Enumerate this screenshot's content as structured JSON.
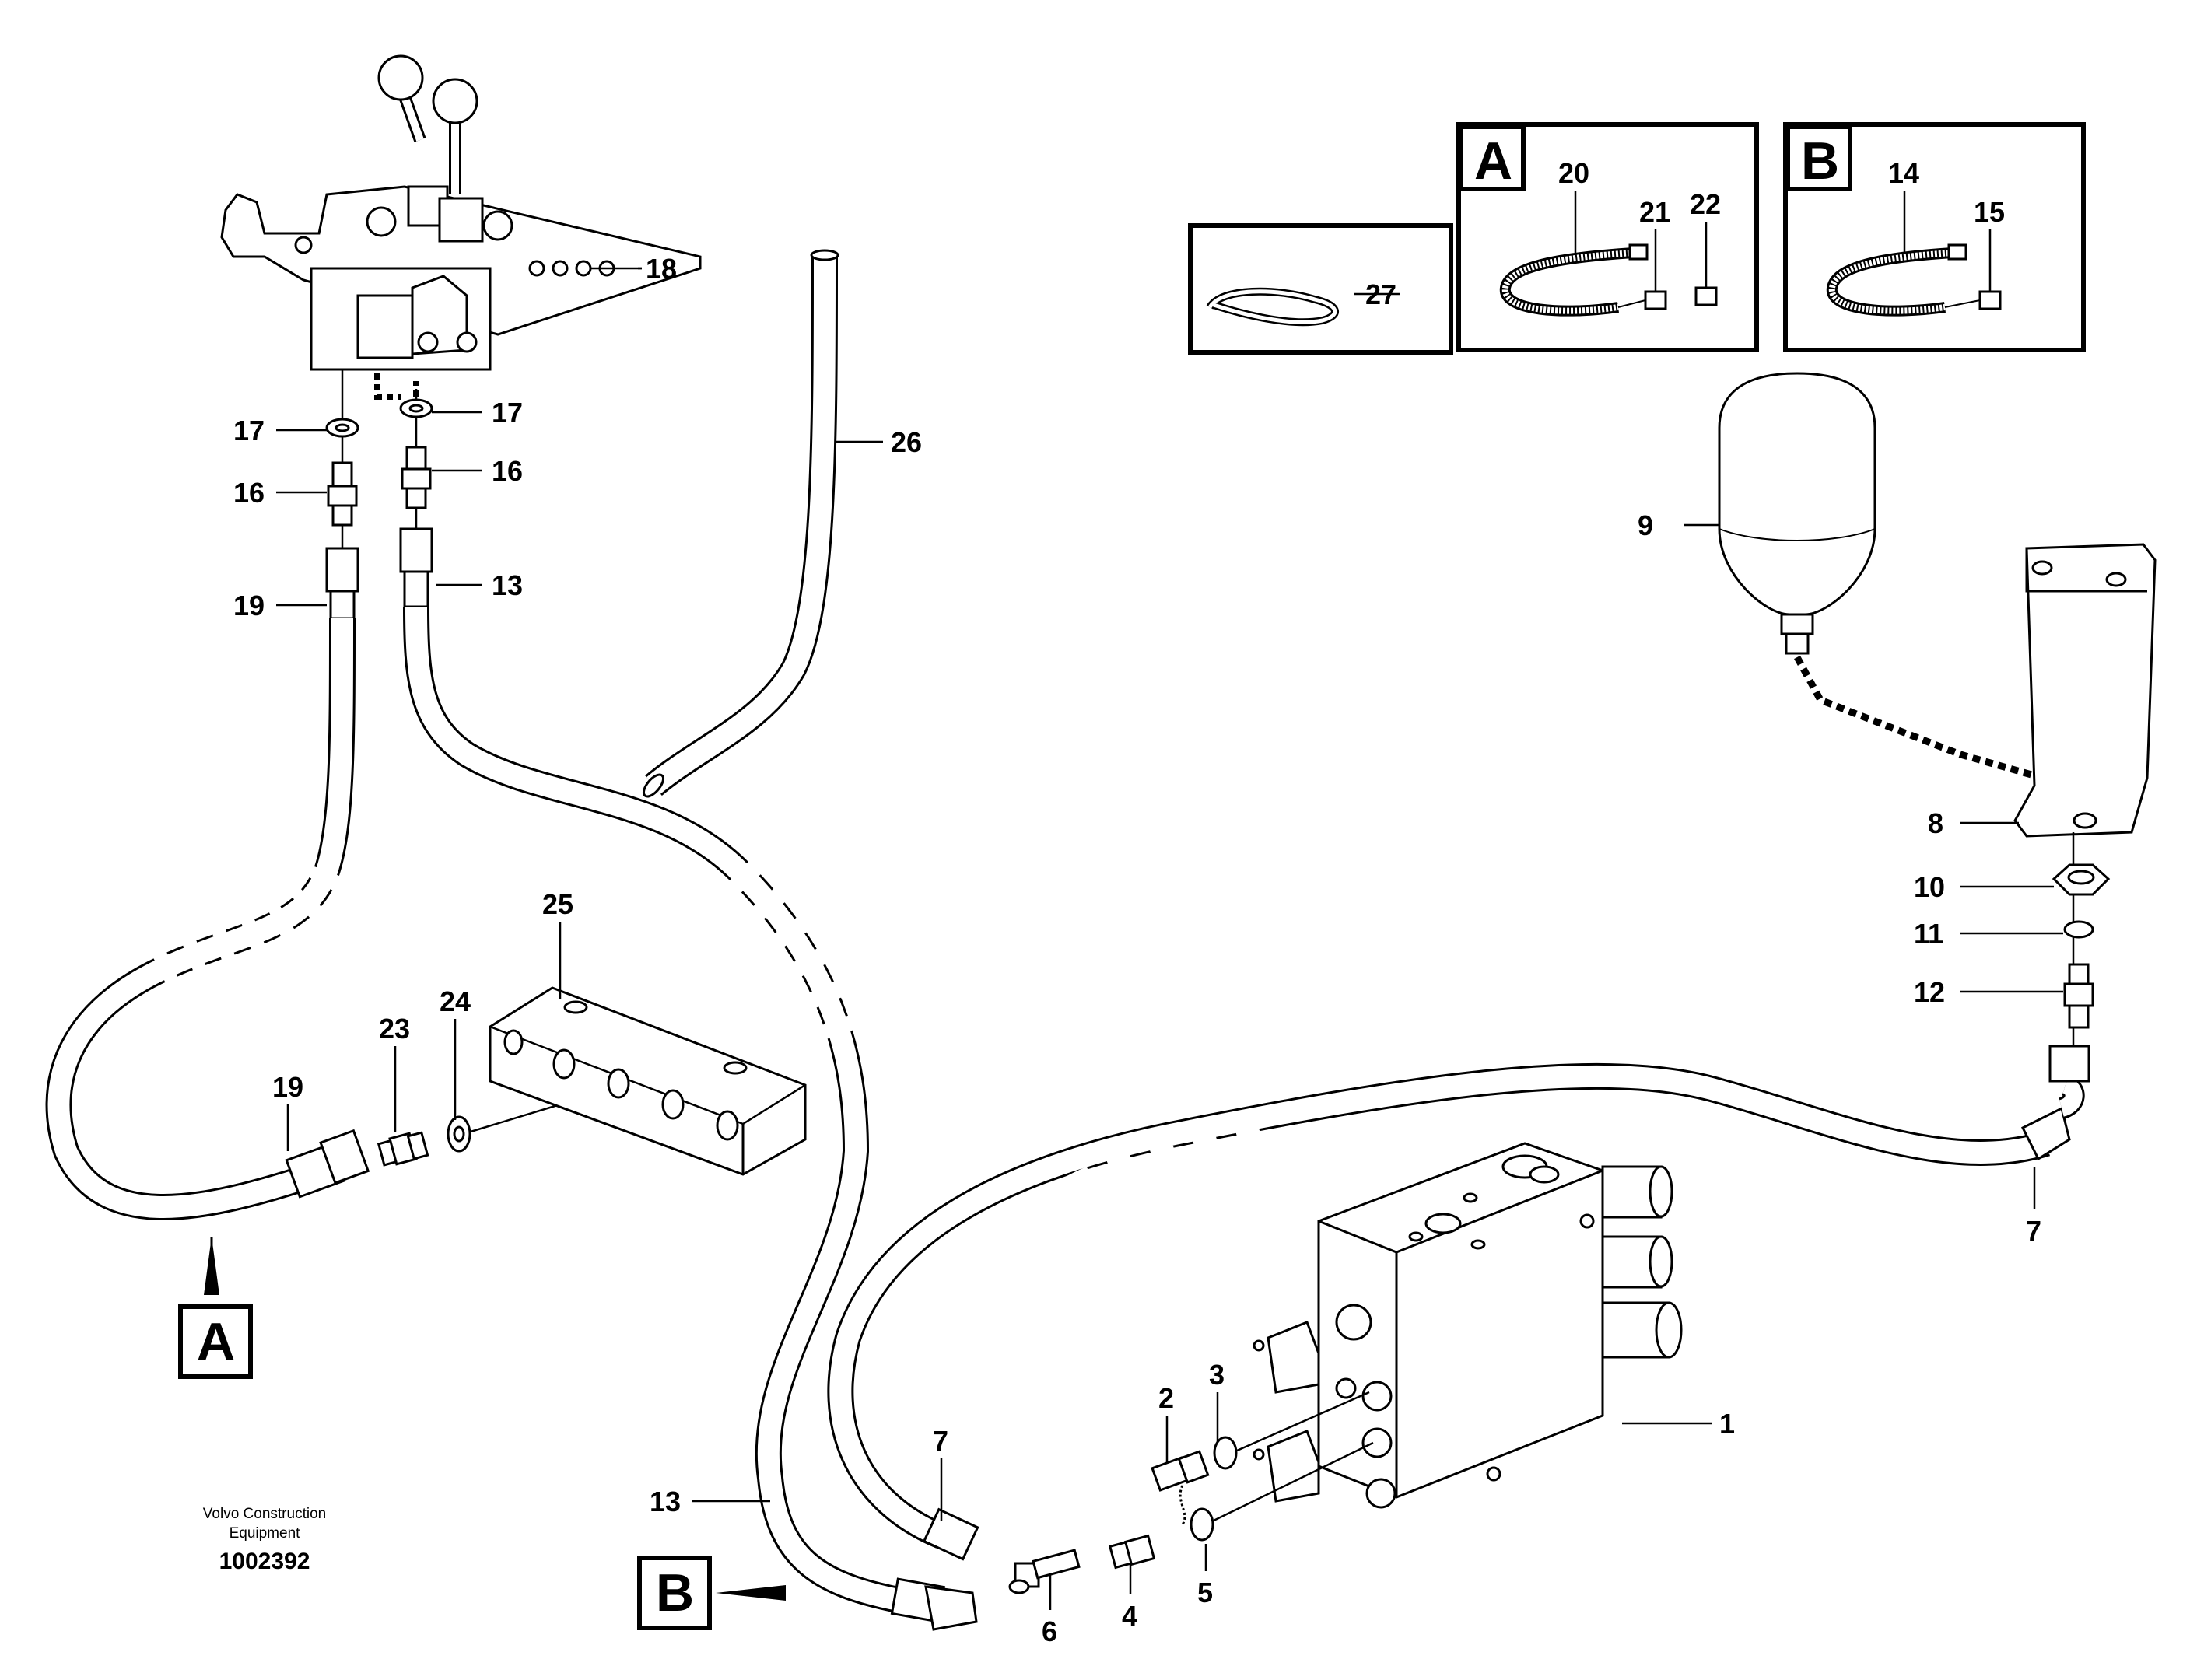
{
  "diagram": {
    "labels": {
      "p1": "1",
      "p2": "2",
      "p3": "3",
      "p4": "4",
      "p5": "5",
      "p6": "6",
      "p7a": "7",
      "p7b": "7",
      "p8": "8",
      "p9": "9",
      "p10": "10",
      "p11": "11",
      "p12": "12",
      "p13a": "13",
      "p13b": "13",
      "p14": "14",
      "p15": "15",
      "p16a": "16",
      "p16b": "16",
      "p17a": "17",
      "p17b": "17",
      "p18": "18",
      "p19a": "19",
      "p19b": "19",
      "p20": "20",
      "p21": "21",
      "p22": "22",
      "p23": "23",
      "p24": "24",
      "p25": "25",
      "p26": "26",
      "p27": "27"
    },
    "detail_a": "A",
    "detail_b": "B",
    "ref_a": "A",
    "ref_b": "B",
    "footer": {
      "company_line1": "Volvo Construction",
      "company_line2": "Equipment",
      "drawing_number": "1002392"
    }
  }
}
